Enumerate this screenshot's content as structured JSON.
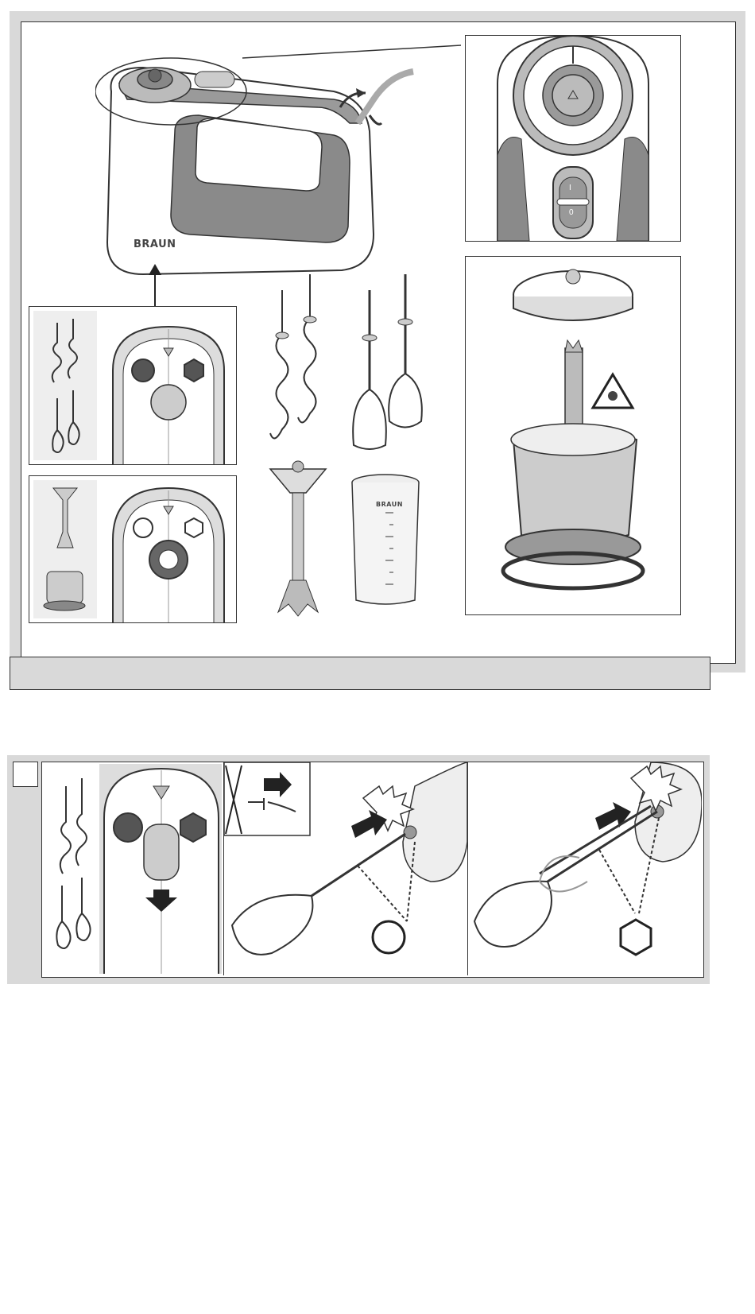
{
  "mixer": {
    "brand": "BRAUN",
    "switch_on": "I",
    "switch_off": "0"
  },
  "beaker": {
    "brand": "BRAUN"
  },
  "step_box": {
    "number": ""
  },
  "colors": {
    "frame_gray": "#d9d9d9",
    "line": "#333333",
    "shade": "#8a8a8a"
  },
  "icons": [
    "mixer-body-icon",
    "speed-dial-icon",
    "on-off-switch-icon",
    "chopper-icon",
    "warning-blade-icon",
    "dough-hook-icon",
    "whisk-icon",
    "blender-shaft-icon",
    "measuring-beaker-icon",
    "unplug-icon",
    "arrow-icon",
    "round-socket-icon",
    "hex-socket-icon"
  ]
}
